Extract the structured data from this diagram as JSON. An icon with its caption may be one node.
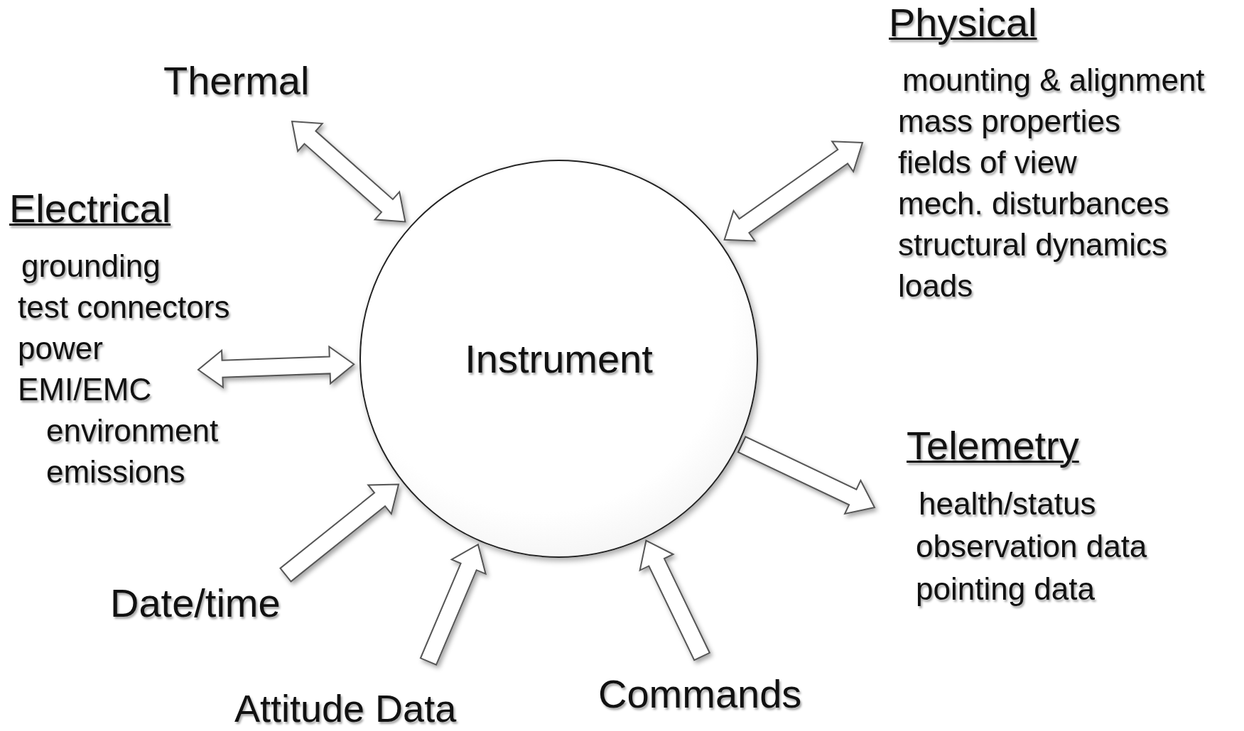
{
  "diagram": {
    "nodes": [
      {
        "text": [
          "Instrument"
        ]
      },
      {
        "text": [
          "Thermal"
        ]
      },
      {
        "text": [
          "Electrical",
          "grounding",
          "test connectors",
          "power",
          "EMI/EMC",
          "environment",
          "emissions"
        ]
      },
      {
        "text": [
          "Physical",
          "mounting & alignment",
          "mass properties",
          "fields of view",
          "mech. disturbances",
          "structural dynamics",
          "loads"
        ]
      },
      {
        "text": [
          "Telemetry",
          "health/status",
          "observation data",
          "pointing data"
        ]
      },
      {
        "text": [
          "Date/time"
        ]
      },
      {
        "text": [
          "Attitude Data"
        ]
      },
      {
        "text": [
          "Commands"
        ]
      }
    ],
    "edges": [
      {
        "from": 1,
        "to": 0,
        "arrow": "both"
      },
      {
        "from": 2,
        "to": 0,
        "arrow": "both"
      },
      {
        "from": 3,
        "to": 0,
        "arrow": "both"
      },
      {
        "from": 0,
        "to": 4,
        "arrow": "to"
      },
      {
        "from": 5,
        "to": 0,
        "arrow": "to"
      },
      {
        "from": 6,
        "to": 0,
        "arrow": "to"
      },
      {
        "from": 7,
        "to": 0,
        "arrow": "to"
      }
    ]
  }
}
